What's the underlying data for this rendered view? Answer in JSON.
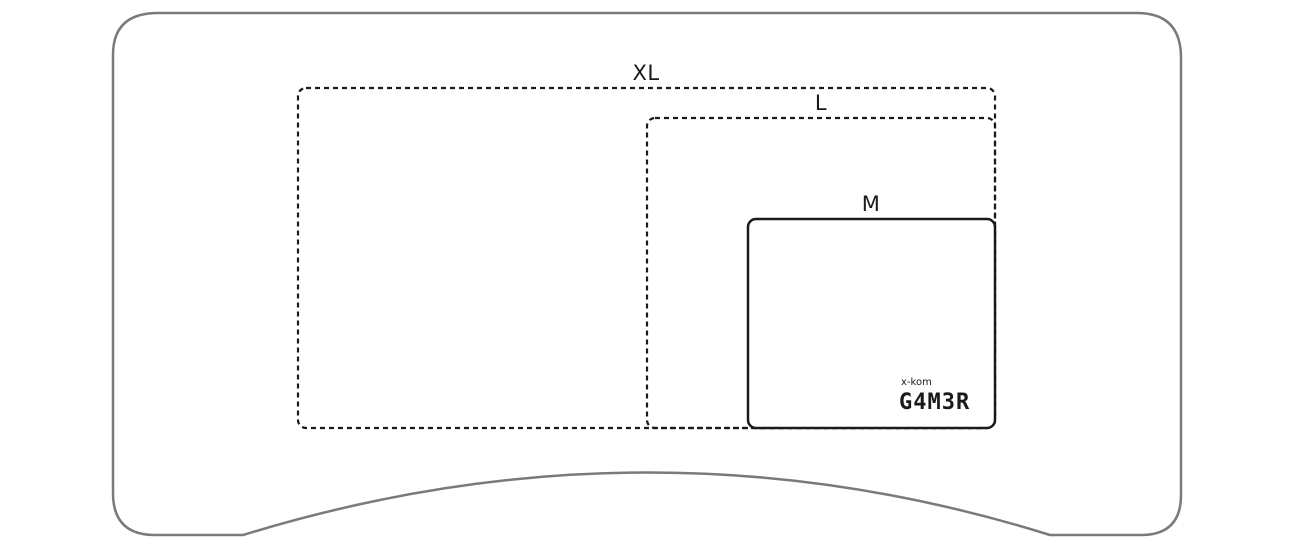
{
  "sizes": {
    "xl": {
      "label": "XL",
      "style": "dashed"
    },
    "l": {
      "label": "L",
      "style": "dashed"
    },
    "m": {
      "label": "M",
      "style": "solid"
    }
  },
  "brand": {
    "small": "x-kom",
    "name": "G4M3R"
  },
  "colors": {
    "desk_outline": "#7a7a7a",
    "pad_outline": "#1a1a1a",
    "background": "#ffffff"
  }
}
